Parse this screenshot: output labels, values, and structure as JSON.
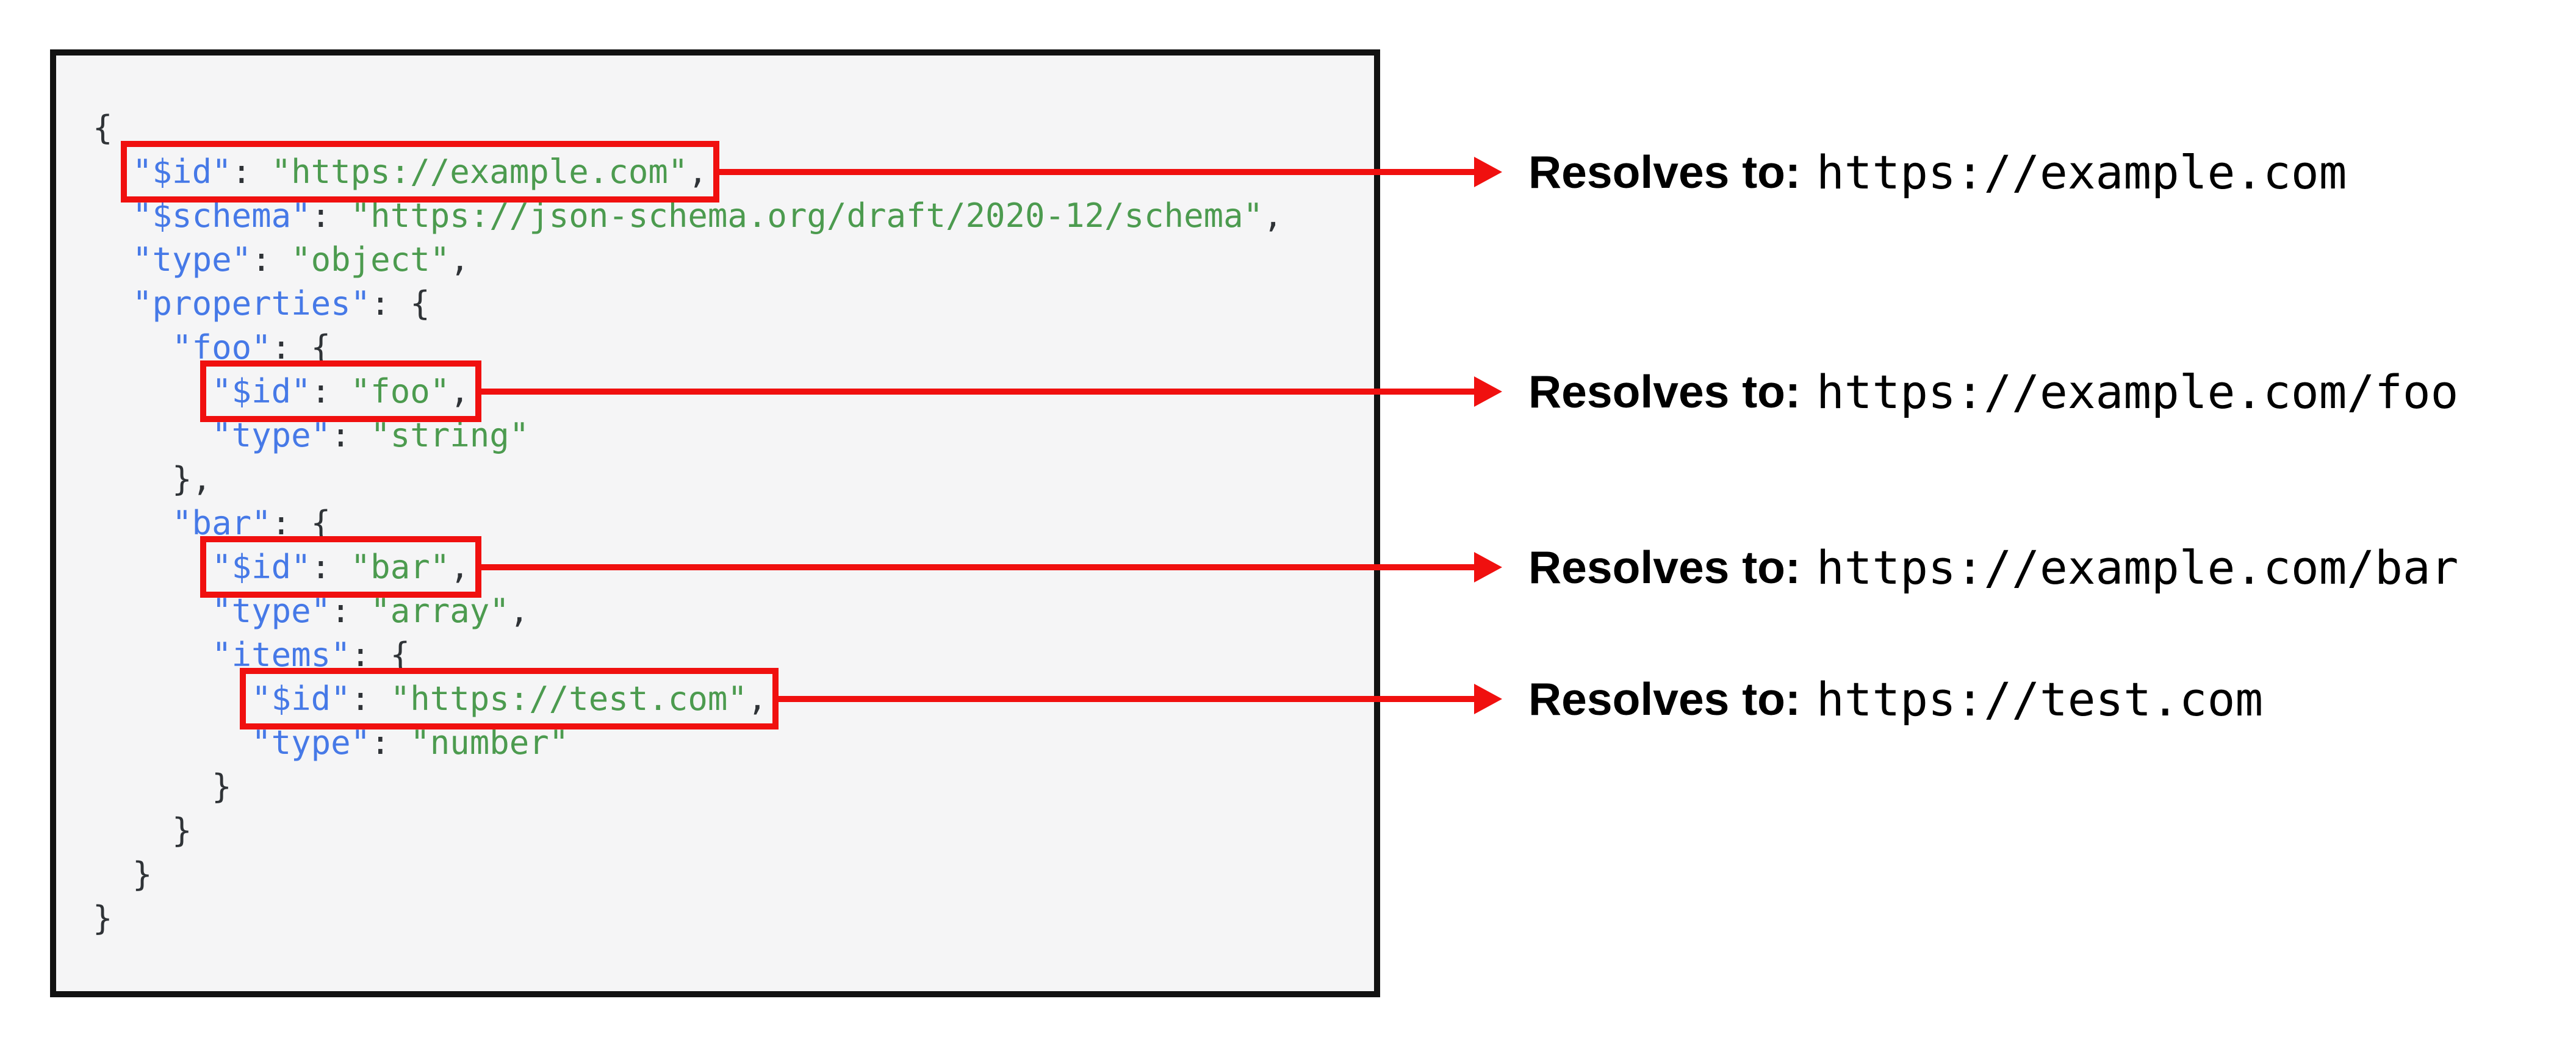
{
  "colors": {
    "accent_red": "#f0100f",
    "key_blue": "#4679e7",
    "string_green": "#4c9b4f",
    "punctuation_dark": "#2f3337",
    "code_background": "#f5f5f6",
    "code_border": "#121212",
    "annotation_text": "#000000"
  },
  "code": {
    "language": "json",
    "lines": [
      {
        "indent": 0,
        "boxed": false,
        "tokens": [
          {
            "t": "p",
            "v": "{"
          }
        ]
      },
      {
        "indent": 2,
        "boxed": true,
        "tokens": [
          {
            "t": "k",
            "v": "\"$id\""
          },
          {
            "t": "p",
            "v": ": "
          },
          {
            "t": "s",
            "v": "\"https://example.com\""
          },
          {
            "t": "p",
            "v": ","
          }
        ]
      },
      {
        "indent": 2,
        "boxed": false,
        "tokens": [
          {
            "t": "k",
            "v": "\"$schema\""
          },
          {
            "t": "p",
            "v": ": "
          },
          {
            "t": "s",
            "v": "\"https://json-schema.org/draft/2020-12/schema\""
          },
          {
            "t": "p",
            "v": ","
          }
        ]
      },
      {
        "indent": 2,
        "boxed": false,
        "tokens": [
          {
            "t": "k",
            "v": "\"type\""
          },
          {
            "t": "p",
            "v": ": "
          },
          {
            "t": "s",
            "v": "\"object\""
          },
          {
            "t": "p",
            "v": ","
          }
        ]
      },
      {
        "indent": 2,
        "boxed": false,
        "tokens": [
          {
            "t": "k",
            "v": "\"properties\""
          },
          {
            "t": "p",
            "v": ": {"
          }
        ]
      },
      {
        "indent": 4,
        "boxed": false,
        "tokens": [
          {
            "t": "k",
            "v": "\"foo\""
          },
          {
            "t": "p",
            "v": ": {"
          }
        ]
      },
      {
        "indent": 6,
        "boxed": true,
        "tokens": [
          {
            "t": "k",
            "v": "\"$id\""
          },
          {
            "t": "p",
            "v": ": "
          },
          {
            "t": "s",
            "v": "\"foo\""
          },
          {
            "t": "p",
            "v": ","
          }
        ]
      },
      {
        "indent": 6,
        "boxed": false,
        "tokens": [
          {
            "t": "k",
            "v": "\"type\""
          },
          {
            "t": "p",
            "v": ": "
          },
          {
            "t": "s",
            "v": "\"string\""
          }
        ]
      },
      {
        "indent": 4,
        "boxed": false,
        "tokens": [
          {
            "t": "p",
            "v": "},"
          }
        ]
      },
      {
        "indent": 4,
        "boxed": false,
        "tokens": [
          {
            "t": "k",
            "v": "\"bar\""
          },
          {
            "t": "p",
            "v": ": {"
          }
        ]
      },
      {
        "indent": 6,
        "boxed": true,
        "tokens": [
          {
            "t": "k",
            "v": "\"$id\""
          },
          {
            "t": "p",
            "v": ": "
          },
          {
            "t": "s",
            "v": "\"bar\""
          },
          {
            "t": "p",
            "v": ","
          }
        ]
      },
      {
        "indent": 6,
        "boxed": false,
        "tokens": [
          {
            "t": "k",
            "v": "\"type\""
          },
          {
            "t": "p",
            "v": ": "
          },
          {
            "t": "s",
            "v": "\"array\""
          },
          {
            "t": "p",
            "v": ","
          }
        ]
      },
      {
        "indent": 6,
        "boxed": false,
        "tokens": [
          {
            "t": "k",
            "v": "\"items\""
          },
          {
            "t": "p",
            "v": ": {"
          }
        ]
      },
      {
        "indent": 8,
        "boxed": true,
        "tokens": [
          {
            "t": "k",
            "v": "\"$id\""
          },
          {
            "t": "p",
            "v": ": "
          },
          {
            "t": "s",
            "v": "\"https://test.com\""
          },
          {
            "t": "p",
            "v": ","
          }
        ]
      },
      {
        "indent": 8,
        "boxed": false,
        "tokens": [
          {
            "t": "k",
            "v": "\"type\""
          },
          {
            "t": "p",
            "v": ": "
          },
          {
            "t": "s",
            "v": "\"number\""
          }
        ]
      },
      {
        "indent": 6,
        "boxed": false,
        "tokens": [
          {
            "t": "p",
            "v": "}"
          }
        ]
      },
      {
        "indent": 4,
        "boxed": false,
        "tokens": [
          {
            "t": "p",
            "v": "}"
          }
        ]
      },
      {
        "indent": 2,
        "boxed": false,
        "tokens": [
          {
            "t": "p",
            "v": "}"
          }
        ]
      },
      {
        "indent": 0,
        "boxed": false,
        "tokens": [
          {
            "t": "p",
            "v": "}"
          }
        ]
      }
    ]
  },
  "annotations": [
    {
      "label": "Resolves to:",
      "value": "https://example.com"
    },
    {
      "label": "Resolves to:",
      "value": "https://example.com/foo"
    },
    {
      "label": "Resolves to:",
      "value": "https://example.com/bar"
    },
    {
      "label": "Resolves to:",
      "value": "https://test.com"
    }
  ]
}
